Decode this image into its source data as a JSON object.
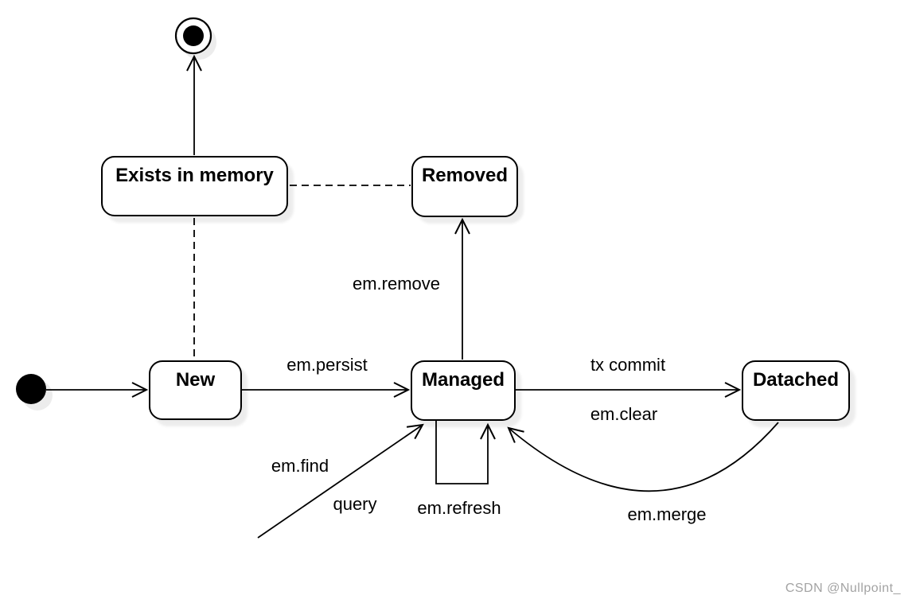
{
  "diagram": {
    "states": {
      "exists_in_memory": "Exists in memory",
      "removed": "Removed",
      "new": "New",
      "managed": "Managed",
      "datached": "Datached"
    },
    "transitions": [
      {
        "from": "initial",
        "to": "New",
        "style": "solid",
        "labels": []
      },
      {
        "from": "New",
        "to": "Managed",
        "style": "solid",
        "labels": [
          "em.persist"
        ]
      },
      {
        "from": "Managed",
        "to": "Removed",
        "style": "solid",
        "labels": [
          "em.remove"
        ]
      },
      {
        "from": "Managed",
        "to": "Datached",
        "style": "solid",
        "labels": [
          "tx commit",
          "em.clear"
        ]
      },
      {
        "from": "Datached",
        "to": "Managed",
        "style": "solid-curved",
        "labels": [
          "em.merge"
        ]
      },
      {
        "from": "Managed",
        "to": "Managed",
        "style": "solid-self-loop",
        "labels": [
          "em.refresh"
        ]
      },
      {
        "from": "",
        "to": "Managed",
        "style": "solid-diagonal",
        "labels": [
          "em.find",
          "query"
        ]
      },
      {
        "from": "Exists in memory",
        "to": "final",
        "style": "solid",
        "labels": []
      },
      {
        "from": "Exists in memory",
        "to": "Removed",
        "style": "dashed",
        "labels": []
      },
      {
        "from": "Exists in memory",
        "to": "New",
        "style": "dashed",
        "labels": []
      }
    ],
    "colors": {
      "stroke": "#000000",
      "state_fill": "#ffffff",
      "shadow": "#ececec",
      "watermark": "#a3a3a3"
    }
  },
  "watermark": "CSDN @Nullpoint_"
}
